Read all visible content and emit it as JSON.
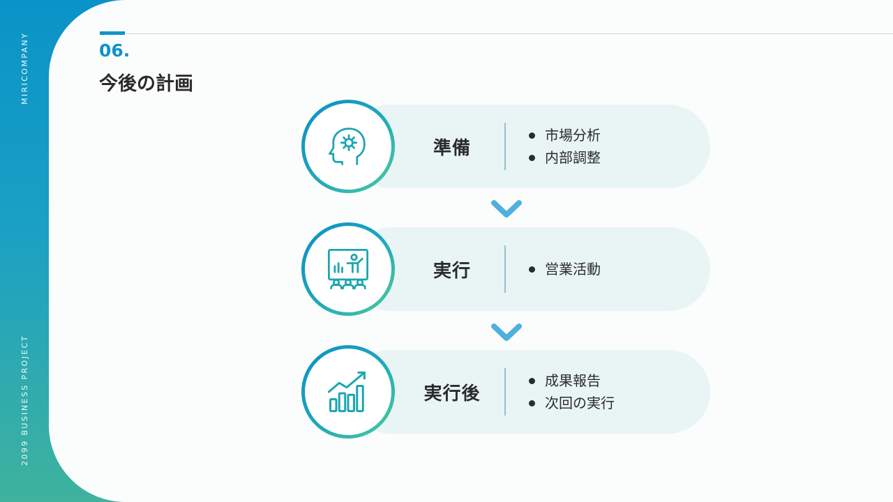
{
  "sidebar": {
    "company": "MIRICOMPANY",
    "project": "2099 BUSINESS PROJECT"
  },
  "header": {
    "section_number": "06.",
    "title": "今後の計画"
  },
  "steps": [
    {
      "label": "準備",
      "icon": "head-gear-icon",
      "bullets": [
        "市場分析",
        "内部調整"
      ]
    },
    {
      "label": "実行",
      "icon": "presentation-icon",
      "bullets": [
        "営業活動"
      ]
    },
    {
      "label": "実行後",
      "icon": "growth-chart-icon",
      "bullets": [
        "成果報告",
        "次回の実行"
      ]
    }
  ],
  "colors": {
    "accent": "#0e93c9",
    "gradient_start": "#0a8ec8",
    "gradient_end": "#4ccc98",
    "pill": "#e9f5f5",
    "chevron": "#4fb0de"
  }
}
